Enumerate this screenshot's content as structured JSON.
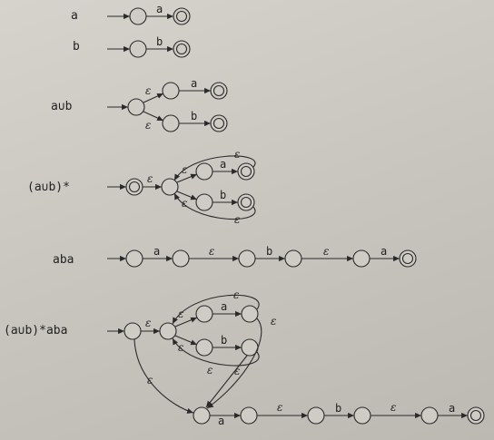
{
  "rows": [
    {
      "label": "a"
    },
    {
      "label": "b"
    },
    {
      "label": "a∪b"
    },
    {
      "label": "(a∪b)*"
    },
    {
      "label": "aba"
    },
    {
      "label": "(a∪b)*aba"
    }
  ],
  "symbols": {
    "a": "a",
    "b": "b",
    "epsilon": "ε"
  },
  "colors": {
    "ink": "#2a2a2a",
    "paper": "#cfccc6"
  }
}
